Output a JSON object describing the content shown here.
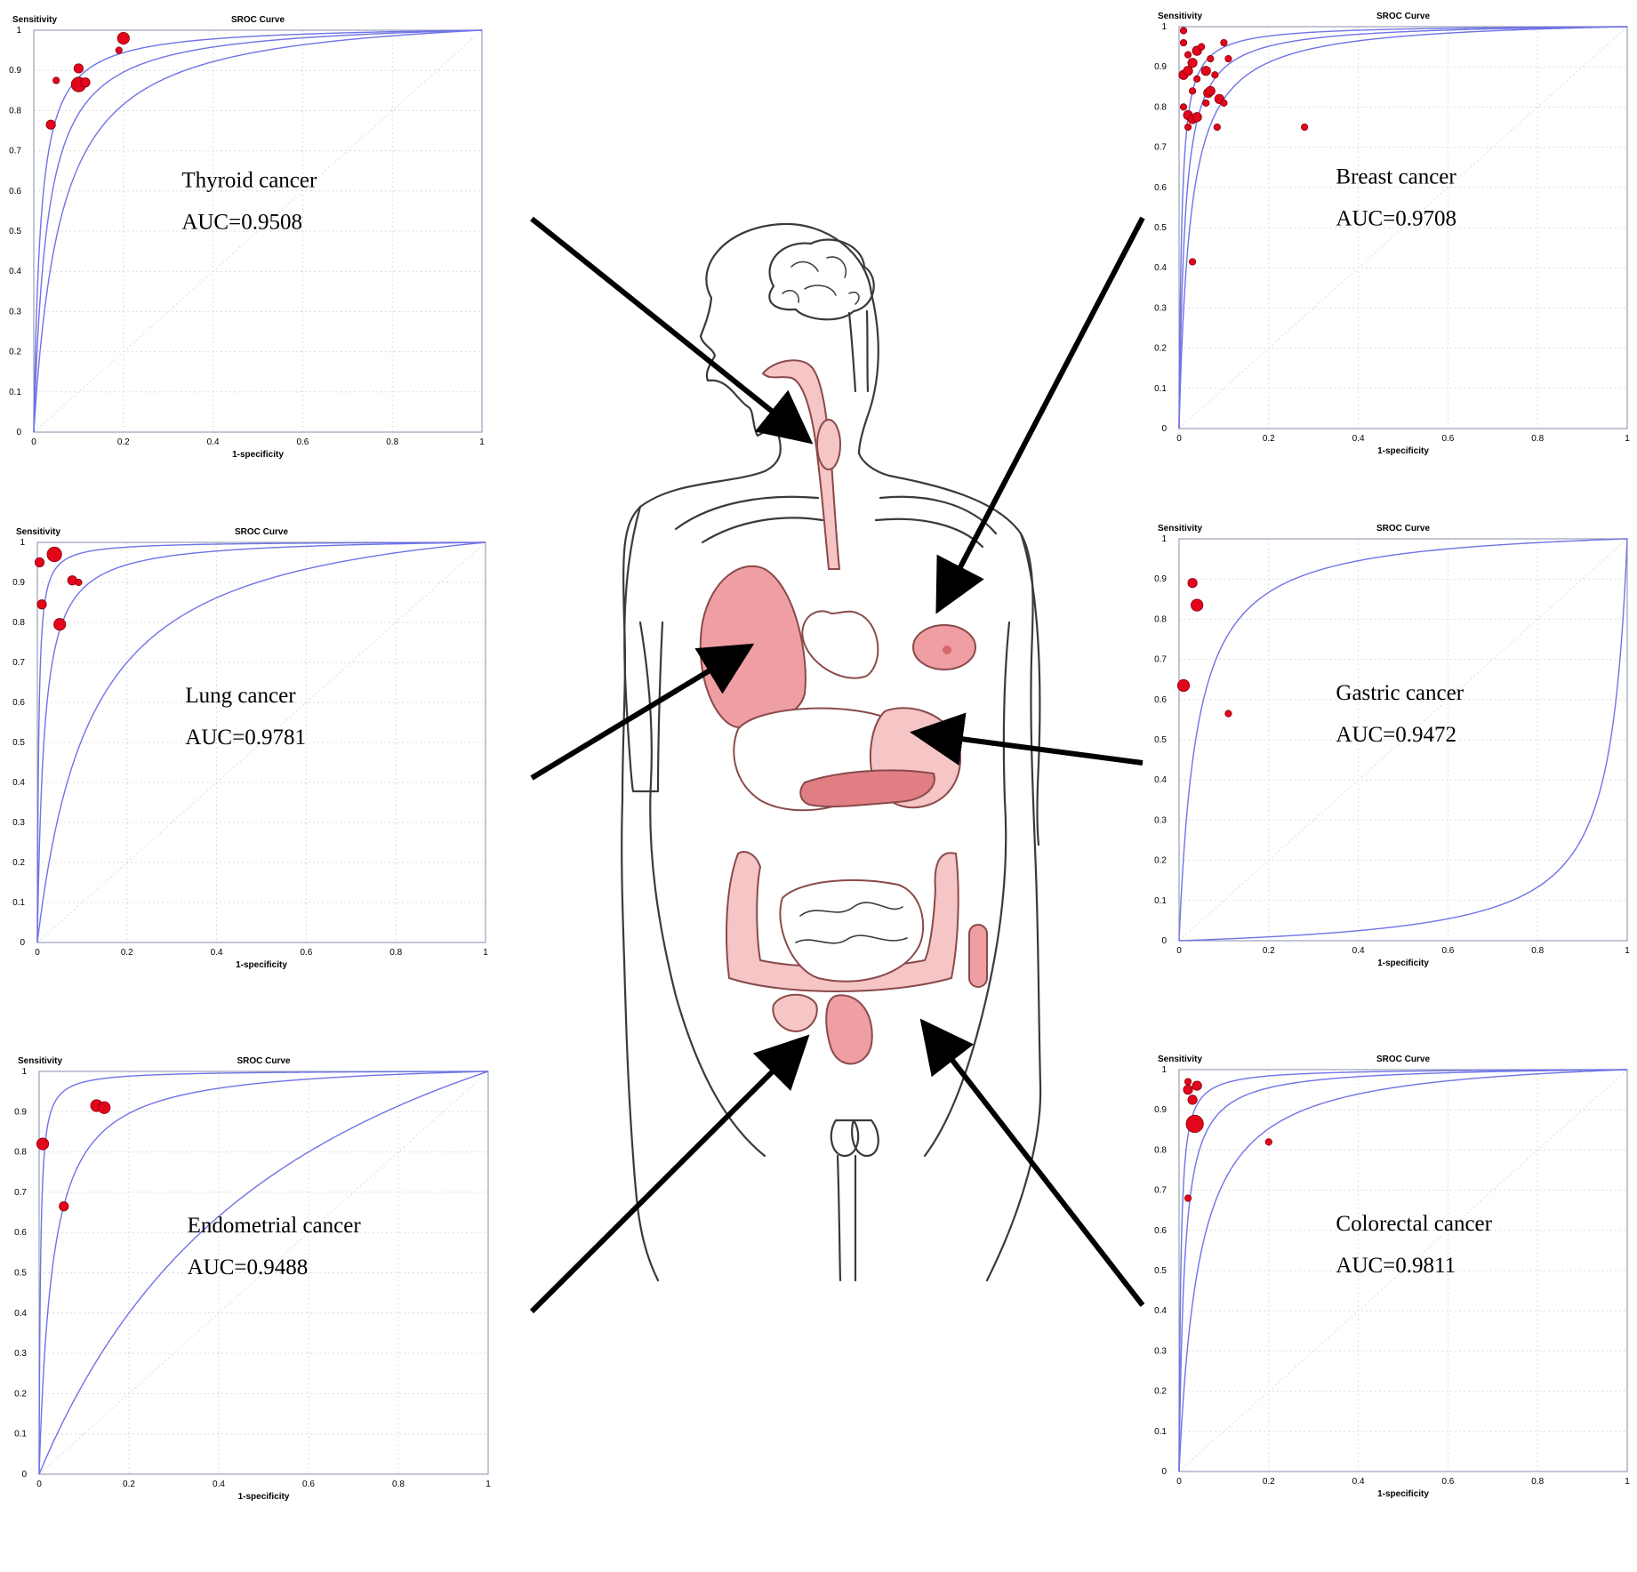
{
  "chart_data": [
    {
      "id": "thyroid",
      "type": "scatter",
      "title": "SROC Curve",
      "ylabel": "Sensitivity",
      "xlabel": "1-specificity",
      "annotation": "Thyroid cancer",
      "auc_label": "AUC=0.9508",
      "xlim": [
        0,
        1
      ],
      "ylim": [
        0,
        1
      ],
      "xticks": [
        "0",
        "0.2",
        "0.4",
        "0.6",
        "0.8",
        "1"
      ],
      "yticks": [
        "0",
        "0.1",
        "0.2",
        "0.3",
        "0.4",
        "0.5",
        "0.6",
        "0.7",
        "0.8",
        "0.9",
        "1"
      ],
      "grid": true,
      "curve_k": [
        0.015,
        0.03,
        0.06
      ],
      "points": [
        {
          "x": 0.2,
          "y": 0.98,
          "w": 3
        },
        {
          "x": 0.19,
          "y": 0.95,
          "w": 1
        },
        {
          "x": 0.05,
          "y": 0.875,
          "w": 1
        },
        {
          "x": 0.1,
          "y": 0.905,
          "w": 2
        },
        {
          "x": 0.1,
          "y": 0.865,
          "w": 4
        },
        {
          "x": 0.115,
          "y": 0.87,
          "w": 2
        },
        {
          "x": 0.038,
          "y": 0.765,
          "w": 2
        }
      ]
    },
    {
      "id": "breast",
      "type": "scatter",
      "title": "SROC Curve",
      "ylabel": "Sensitivity",
      "xlabel": "1-specificity",
      "annotation": "Breast cancer",
      "auc_label": "AUC=0.9708",
      "xlim": [
        0,
        1
      ],
      "ylim": [
        0,
        1
      ],
      "xticks": [
        "0",
        "0.2",
        "0.4",
        "0.6",
        "0.8",
        "1"
      ],
      "yticks": [
        "0",
        "0.1",
        "0.2",
        "0.3",
        "0.4",
        "0.5",
        "0.6",
        "0.7",
        "0.8",
        "0.9",
        "1"
      ],
      "grid": true,
      "curve_k": [
        0.006,
        0.013,
        0.025
      ],
      "points": [
        {
          "x": 0.01,
          "y": 0.99,
          "w": 1
        },
        {
          "x": 0.01,
          "y": 0.96,
          "w": 1
        },
        {
          "x": 0.02,
          "y": 0.93,
          "w": 1
        },
        {
          "x": 0.03,
          "y": 0.91,
          "w": 2
        },
        {
          "x": 0.04,
          "y": 0.94,
          "w": 2
        },
        {
          "x": 0.05,
          "y": 0.95,
          "w": 1
        },
        {
          "x": 0.01,
          "y": 0.88,
          "w": 2
        },
        {
          "x": 0.02,
          "y": 0.89,
          "w": 2
        },
        {
          "x": 0.04,
          "y": 0.87,
          "w": 1
        },
        {
          "x": 0.06,
          "y": 0.89,
          "w": 2
        },
        {
          "x": 0.07,
          "y": 0.92,
          "w": 1
        },
        {
          "x": 0.08,
          "y": 0.88,
          "w": 1
        },
        {
          "x": 0.1,
          "y": 0.96,
          "w": 1
        },
        {
          "x": 0.11,
          "y": 0.92,
          "w": 1
        },
        {
          "x": 0.03,
          "y": 0.84,
          "w": 1
        },
        {
          "x": 0.06,
          "y": 0.81,
          "w": 1
        },
        {
          "x": 0.065,
          "y": 0.835,
          "w": 2
        },
        {
          "x": 0.07,
          "y": 0.84,
          "w": 2
        },
        {
          "x": 0.09,
          "y": 0.82,
          "w": 2
        },
        {
          "x": 0.1,
          "y": 0.81,
          "w": 1
        },
        {
          "x": 0.02,
          "y": 0.78,
          "w": 2
        },
        {
          "x": 0.03,
          "y": 0.77,
          "w": 2
        },
        {
          "x": 0.04,
          "y": 0.775,
          "w": 2
        },
        {
          "x": 0.01,
          "y": 0.8,
          "w": 1
        },
        {
          "x": 0.02,
          "y": 0.75,
          "w": 1
        },
        {
          "x": 0.085,
          "y": 0.75,
          "w": 1
        },
        {
          "x": 0.28,
          "y": 0.75,
          "w": 1
        },
        {
          "x": 0.03,
          "y": 0.415,
          "w": 1
        }
      ]
    },
    {
      "id": "lung",
      "type": "scatter",
      "title": "SROC Curve",
      "ylabel": "Sensitivity",
      "xlabel": "1-specificity",
      "annotation": "Lung cancer",
      "auc_label": "AUC=0.9781",
      "xlim": [
        0,
        1
      ],
      "ylim": [
        0,
        1
      ],
      "xticks": [
        "0",
        "0.2",
        "0.4",
        "0.6",
        "0.8",
        "1"
      ],
      "yticks": [
        "0",
        "0.1",
        "0.2",
        "0.3",
        "0.4",
        "0.5",
        "0.6",
        "0.7",
        "0.8",
        "0.9",
        "1"
      ],
      "grid": true,
      "curve_k": [
        0.003,
        0.015,
        0.12
      ],
      "points": [
        {
          "x": 0.005,
          "y": 0.95,
          "w": 2
        },
        {
          "x": 0.038,
          "y": 0.97,
          "w": 4
        },
        {
          "x": 0.01,
          "y": 0.845,
          "w": 2
        },
        {
          "x": 0.05,
          "y": 0.795,
          "w": 3
        },
        {
          "x": 0.078,
          "y": 0.905,
          "w": 2
        },
        {
          "x": 0.092,
          "y": 0.9,
          "w": 1
        }
      ]
    },
    {
      "id": "gastric",
      "type": "scatter",
      "title": "SROC Curve",
      "ylabel": "Sensitivity",
      "xlabel": "1-specificity",
      "annotation": "Gastric cancer",
      "auc_label": "AUC=0.9472",
      "xlim": [
        0,
        1
      ],
      "ylim": [
        0,
        1
      ],
      "xticks": [
        "0",
        "0.2",
        "0.4",
        "0.6",
        "0.8",
        "1"
      ],
      "yticks": [
        "0",
        "0.1",
        "0.2",
        "0.3",
        "0.4",
        "0.5",
        "0.6",
        "0.7",
        "0.8",
        "0.9",
        "1"
      ],
      "grid": true,
      "curve_k": [
        0.04,
        40
      ],
      "points": [
        {
          "x": 0.03,
          "y": 0.89,
          "w": 2
        },
        {
          "x": 0.04,
          "y": 0.835,
          "w": 3
        },
        {
          "x": 0.01,
          "y": 0.635,
          "w": 3
        },
        {
          "x": 0.11,
          "y": 0.565,
          "w": 1
        }
      ]
    },
    {
      "id": "endometrial",
      "type": "scatter",
      "title": "SROC Curve",
      "ylabel": "Sensitivity",
      "xlabel": "1-specificity",
      "annotation": "Endometrial cancer",
      "auc_label": "AUC=0.9488",
      "xlim": [
        0,
        1
      ],
      "ylim": [
        0,
        1
      ],
      "xticks": [
        "0",
        "0.2",
        "0.4",
        "0.6",
        "0.8",
        "1"
      ],
      "yticks": [
        "0",
        "0.1",
        "0.2",
        "0.3",
        "0.4",
        "0.5",
        "0.6",
        "0.7",
        "0.8",
        "0.9",
        "1"
      ],
      "grid": true,
      "curve_k": [
        0.003,
        0.03,
        0.6
      ],
      "points": [
        {
          "x": 0.008,
          "y": 0.82,
          "w": 3
        },
        {
          "x": 0.128,
          "y": 0.915,
          "w": 3
        },
        {
          "x": 0.145,
          "y": 0.91,
          "w": 3
        },
        {
          "x": 0.055,
          "y": 0.665,
          "w": 2
        }
      ]
    },
    {
      "id": "colorectal",
      "type": "scatter",
      "title": "SROC Curve",
      "ylabel": "Sensitivity",
      "xlabel": "1-specificity",
      "annotation": "Colorectal cancer",
      "auc_label": "AUC=0.9811",
      "xlim": [
        0,
        1
      ],
      "ylim": [
        0,
        1
      ],
      "xticks": [
        "0",
        "0.2",
        "0.4",
        "0.6",
        "0.8",
        "1"
      ],
      "yticks": [
        "0",
        "0.1",
        "0.2",
        "0.3",
        "0.4",
        "0.5",
        "0.6",
        "0.7",
        "0.8",
        "0.9",
        "1"
      ],
      "grid": true,
      "curve_k": [
        0.004,
        0.012,
        0.045
      ],
      "points": [
        {
          "x": 0.02,
          "y": 0.97,
          "w": 1
        },
        {
          "x": 0.04,
          "y": 0.96,
          "w": 2
        },
        {
          "x": 0.02,
          "y": 0.95,
          "w": 2
        },
        {
          "x": 0.03,
          "y": 0.925,
          "w": 2
        },
        {
          "x": 0.035,
          "y": 0.865,
          "w": 5
        },
        {
          "x": 0.02,
          "y": 0.68,
          "w": 1
        },
        {
          "x": 0.2,
          "y": 0.82,
          "w": 1
        }
      ]
    }
  ],
  "figure": {
    "colors": {
      "curve": "#6f73e6",
      "point": "#e3061a",
      "organ_fill": "#f6c5c5",
      "organ_fill_dark": "#ef9ea3",
      "arrow": "#000000"
    },
    "center_illustration": "human-body-organs",
    "arrow_targets": [
      "thyroid",
      "breast",
      "lung",
      "gastric",
      "endometrial",
      "colorectal"
    ]
  }
}
